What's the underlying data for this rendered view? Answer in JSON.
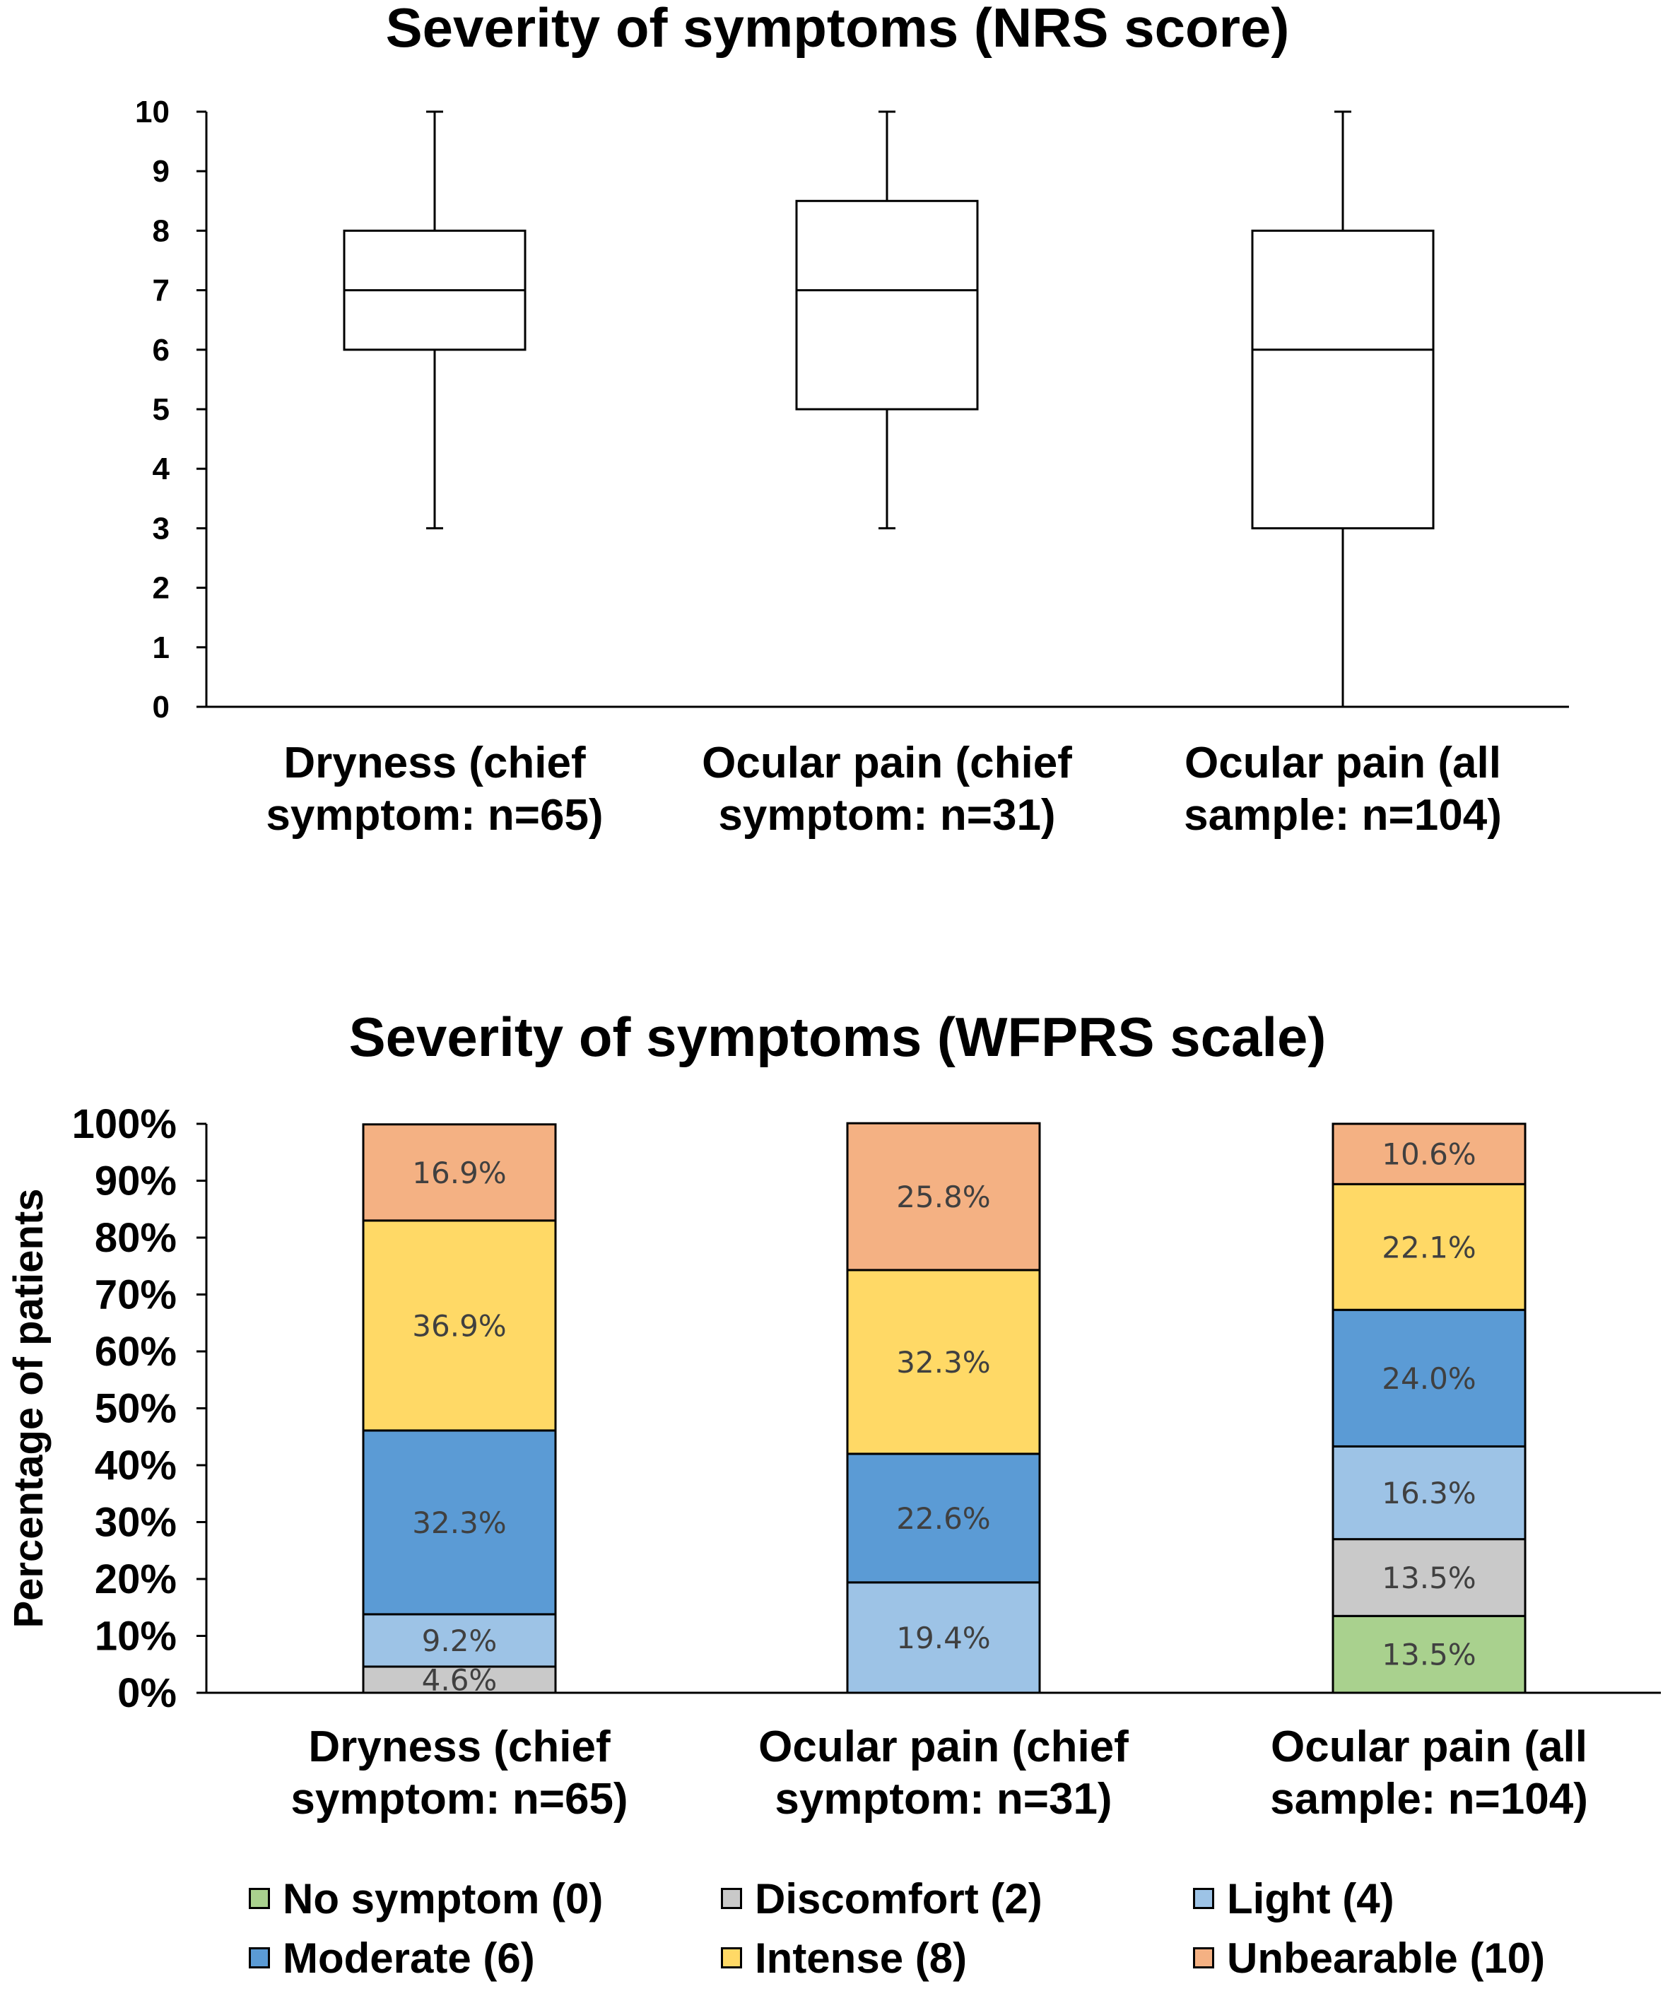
{
  "chart_data": [
    {
      "type": "box",
      "title": "Severity of symptoms (NRS score)",
      "ylim": [
        0,
        10
      ],
      "yticks": [
        "0",
        "1",
        "2",
        "3",
        "4",
        "5",
        "6",
        "7",
        "8",
        "9",
        "10"
      ],
      "categories": [
        [
          "Dryness (chief",
          "symptom: n=65)"
        ],
        [
          "Ocular pain (chief",
          "symptom: n=31)"
        ],
        [
          "Ocular pain (all",
          "sample: n=104)"
        ]
      ],
      "boxes": [
        {
          "min": 3,
          "q1": 6,
          "median": 7,
          "q3": 8,
          "max": 10
        },
        {
          "min": 3,
          "q1": 5,
          "median": 7,
          "q3": 8.5,
          "max": 10
        },
        {
          "min": 0,
          "q1": 3,
          "median": 6,
          "q3": 8,
          "max": 10
        }
      ],
      "grid": false
    },
    {
      "type": "bar",
      "stacked": true,
      "title": "Severity of symptoms (WFPRS scale)",
      "ylabel": "Percentage of patients",
      "ylim": [
        0,
        100
      ],
      "yticks": [
        "0%",
        "10%",
        "20%",
        "30%",
        "40%",
        "50%",
        "60%",
        "70%",
        "80%",
        "90%",
        "100%"
      ],
      "categories": [
        [
          "Dryness (chief",
          "symptom: n=65)"
        ],
        [
          "Ocular pain (chief",
          "symptom: n=31)"
        ],
        [
          "Ocular pain (all",
          "sample: n=104)"
        ]
      ],
      "series": [
        {
          "name": "No symptom (0)",
          "color": "#a9d18e",
          "values": [
            0,
            0,
            13.5
          ],
          "labels": [
            "",
            "",
            "13.5%"
          ]
        },
        {
          "name": "Discomfort (2)",
          "color": "#c9c9c9",
          "values": [
            4.6,
            0,
            13.5
          ],
          "labels": [
            "4.6%",
            "",
            "13.5%"
          ]
        },
        {
          "name": "Light (4)",
          "color": "#9dc3e6",
          "values": [
            9.2,
            19.4,
            16.3
          ],
          "labels": [
            "9.2%",
            "19.4%",
            "16.3%"
          ]
        },
        {
          "name": "Moderate (6)",
          "color": "#5b9bd5",
          "values": [
            32.3,
            22.6,
            24.0
          ],
          "labels": [
            "32.3%",
            "22.6%",
            "24.0%"
          ]
        },
        {
          "name": "Intense (8)",
          "color": "#ffd966",
          "values": [
            36.9,
            32.3,
            22.1
          ],
          "labels": [
            "36.9%",
            "32.3%",
            "22.1%"
          ]
        },
        {
          "name": "Unbearable (10)",
          "color": "#f4b183",
          "values": [
            16.9,
            25.8,
            10.6
          ],
          "labels": [
            "16.9%",
            "25.8%",
            "10.6%"
          ]
        }
      ],
      "legend": "bottom",
      "grid": false
    }
  ]
}
